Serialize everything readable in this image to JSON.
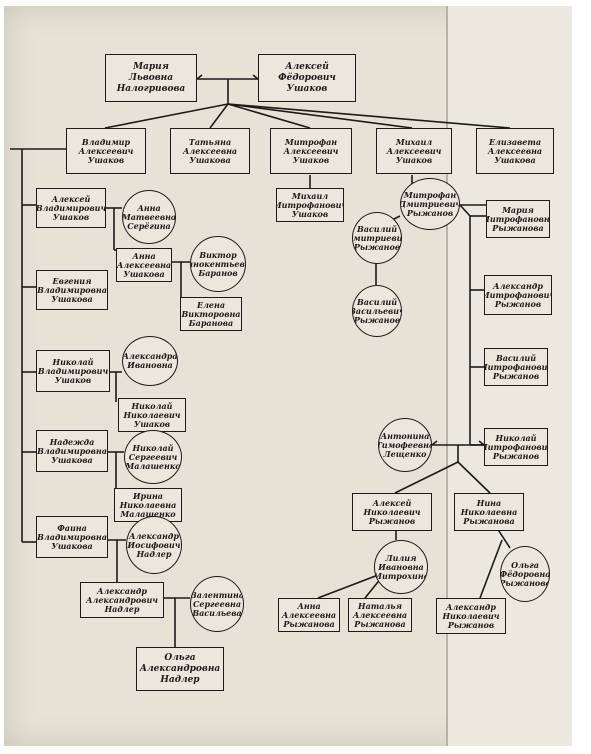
{
  "diagram": {
    "nodes": [
      {
        "id": "n01",
        "name": "Мария\nЛьвовна\nНалогривова"
      },
      {
        "id": "n02",
        "name": "Алексей\nФёдорович\nУшаков"
      },
      {
        "id": "n03",
        "name": "Владимир\nАлексеевич\nУшаков"
      },
      {
        "id": "n04",
        "name": "Татьяна\nАлексеевна\nУшакова"
      },
      {
        "id": "n05",
        "name": "Митрофан\nАлексеевич\nУшаков"
      },
      {
        "id": "n06",
        "name": "Михаил\nАлексеевич\nУшаков"
      },
      {
        "id": "n07",
        "name": "Елизавета\nАлексеевна\nУшакова"
      },
      {
        "id": "n08",
        "name": "Алексей\nВладимирович\nУшаков"
      },
      {
        "id": "n09",
        "name": "Анна\nМатвеевна\nСерёгина"
      },
      {
        "id": "n10",
        "name": "Анна\nАлексеевна\nУшакова"
      },
      {
        "id": "n11",
        "name": "Виктор\nИннокентьевич\nБаранов"
      },
      {
        "id": "n12",
        "name": "Елена\nВикторовна\nБаранова"
      },
      {
        "id": "n13",
        "name": "Евгения\nВладимировна\nУшакова"
      },
      {
        "id": "n14",
        "name": "Николай\nВладимирович\nУшаков"
      },
      {
        "id": "n15",
        "name": "Александра\nИвановна"
      },
      {
        "id": "n16",
        "name": "Николай\nНиколаевич\nУшаков"
      },
      {
        "id": "n17",
        "name": "Надежда\nВладимировна\nУшакова"
      },
      {
        "id": "n18",
        "name": "Николай\nСергеевич\nМалашенко"
      },
      {
        "id": "n19",
        "name": "Ирина\nНиколаевна\nМалашенко"
      },
      {
        "id": "n20",
        "name": "Фаина\nВладимировна\nУшакова"
      },
      {
        "id": "n21",
        "name": "Александр\nИосифович\nНадлер"
      },
      {
        "id": "n22",
        "name": "Александр\nАлександрович\nНадлер"
      },
      {
        "id": "n23",
        "name": "Валентина\nСергеевна\nВасильева"
      },
      {
        "id": "n24",
        "name": "Ольга\nАлександровна\nНадлер"
      },
      {
        "id": "n25",
        "name": "Михаил\nМитрофанович\nУшаков"
      },
      {
        "id": "n26",
        "name": "Митрофан\nДмитриевич\nРыжанов"
      },
      {
        "id": "n27",
        "name": "Василий\nДмитриевич\nРыжанов"
      },
      {
        "id": "n28",
        "name": "Василий\nВасильевич\nРыжанов"
      },
      {
        "id": "n29",
        "name": "Мария\nМитрофановна\nРыжанова"
      },
      {
        "id": "n30",
        "name": "Александр\nМитрофанович\nРыжанов"
      },
      {
        "id": "n31",
        "name": "Василий\nМитрофанович\nРыжанов"
      },
      {
        "id": "n32",
        "name": "Антонина\nТимофеевна\nЛещенко"
      },
      {
        "id": "n33",
        "name": "Николай\nМитрофанович\nРыжанов"
      },
      {
        "id": "n34",
        "name": "Алексей\nНиколаевич\nРыжанов"
      },
      {
        "id": "n35",
        "name": "Нина\nНиколаевна\nРыжанова"
      },
      {
        "id": "n36",
        "name": "Лилия\nИвановна\nМитрохина"
      },
      {
        "id": "n37",
        "name": "Ольга\nФёдоровна\nРыжанова"
      },
      {
        "id": "n38",
        "name": "Анна\nАлексеевна\nРыжанова"
      },
      {
        "id": "n39",
        "name": "Наталья\nАлексеевна\nРыжанова"
      },
      {
        "id": "n40",
        "name": "Александр\nНиколаевич\nРыжанов"
      }
    ]
  }
}
